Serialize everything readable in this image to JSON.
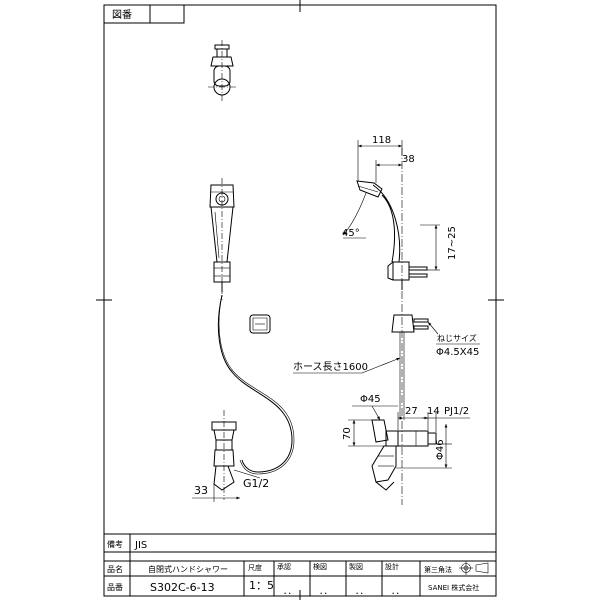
{
  "drawing": {
    "fig_no_label": "図番",
    "notes_label": "備考",
    "notes_value": "JIS",
    "product_label": "品名",
    "product_value": "自閉式ハンドシャワー",
    "part_label": "品番",
    "part_value": "S302C-6-13",
    "scale_label": "尺度",
    "scale_value": "1：5",
    "approve_label": "承認",
    "check_label": "検図",
    "draft_label": "製図",
    "design_label": "設計",
    "sig_dots": "．．",
    "projection_label": "第三角法",
    "company": "SANEI 株式会社"
  },
  "dimensions": {
    "d118": "118",
    "d38": "38",
    "angle": "45°",
    "d17_25": "17~25",
    "screw_label": "ねじサイズ",
    "screw_size": "Φ4.5X45",
    "hose": "ホース長さ1600",
    "phi45": "Φ45",
    "d27": "27",
    "d14": "14",
    "pj": "PJ1/2",
    "d70": "70",
    "phi46": "Φ46",
    "d33": "33",
    "g12": "G1/2"
  }
}
